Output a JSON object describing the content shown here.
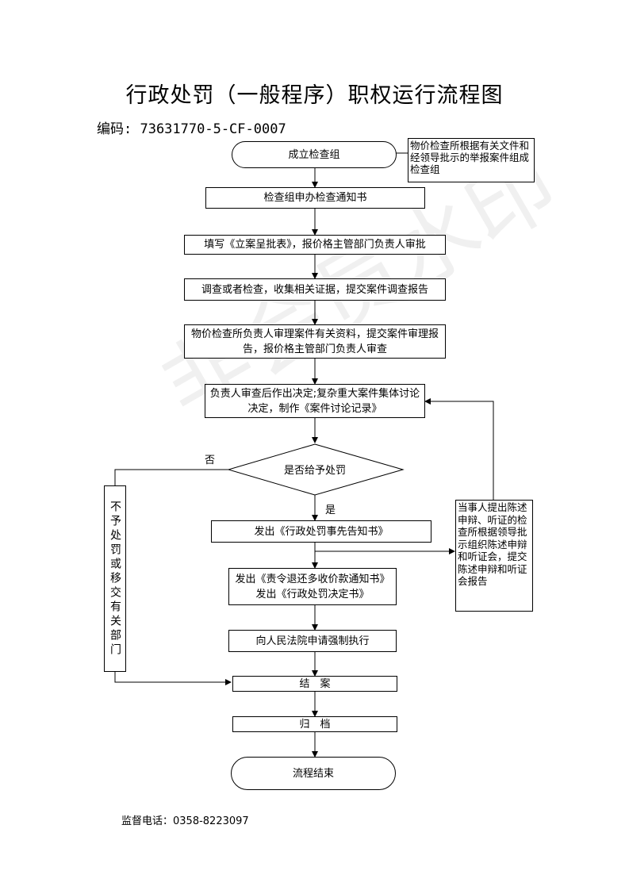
{
  "title": "行政处罚（一般程序）职权运行流程图",
  "code": "编码: 73631770-5-CF-0007",
  "nodes": {
    "start": "成立检查组",
    "note_top": "物价检查所根据有关文件和经领导批示的举报案件组成检查组",
    "step1": "检查组申办检查通知书",
    "step2": "填写《立案呈批表》，报价格主管部门负责人审批",
    "step3": "调查或者检查，收集相关证据，提交案件调查报告",
    "step4": "物价检查所负责人审理案件有关资料，提交案件审理报告，报价格主管部门负责人审查",
    "step5": "负责人审查后作出决定;复杂重大案件集体讨论决定，制作《案件讨论记录》",
    "decision": "是否给予处罚",
    "no_label": "否",
    "yes_label": "是",
    "left_branch": "不予处罚或移交有关部门",
    "step6": "发出《行政处罚事先告知书》",
    "right_branch": "当事人提出陈述申辩、听证的检查所根据领导批示组织陈述申辩和听证会，提交陈述申辩和听证会报告",
    "step7": "发出《责令退还多收价款通知书》发出《行政处罚决定书》",
    "step8": "向人民法院申请强制执行",
    "step9": "结　案",
    "step10": "归　档",
    "end": "流程结束"
  },
  "watermark": "非会员水印",
  "footer": "监督电话：0358-8223097"
}
